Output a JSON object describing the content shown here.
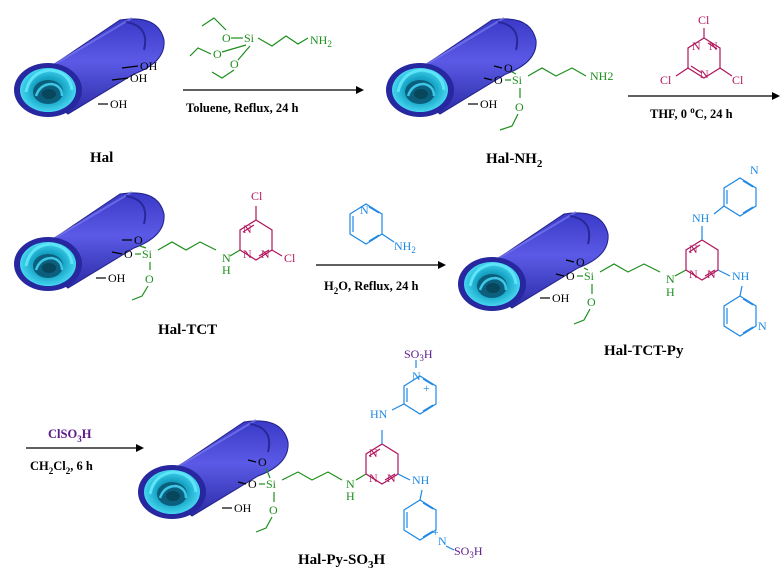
{
  "compounds": {
    "hal": "Hal",
    "hal_nh2": "Hal-NH",
    "hal_nh2_sub": "2",
    "hal_tct": "Hal-TCT",
    "hal_tct_py": "Hal-TCT-Py",
    "hal_py_so3h": "Hal-Py-SO",
    "hal_py_so3h_sub": "3",
    "hal_py_so3h_end": "H"
  },
  "conditions": {
    "step1": "Toluene, Reflux, 24 h",
    "step2_pre": "THF, 0 ",
    "step2_sup": "o",
    "step2_post": "C, 24 h",
    "step3_pre": "H",
    "step3_sub": "2",
    "step3_post": "O, Reflux, 24 h",
    "step4_reagent_pre": "ClSO",
    "step4_reagent_sub": "3",
    "step4_reagent_post": "H",
    "step4_pre": "CH",
    "step4_sub1": "2",
    "step4_mid": "Cl",
    "step4_sub2": "2",
    "step4_post": ", 6 h"
  },
  "atoms": {
    "oh": "OH",
    "o": "O",
    "si": "Si",
    "nh2_subscripted": "NH",
    "two": "2",
    "nh2_plain": "NH2",
    "cl": "Cl",
    "n": "N",
    "h": "H",
    "hn": "HN",
    "nh": "NH",
    "so3h_pre": "SO",
    "so3h_sub": "3",
    "so3h_post": "H",
    "plus": "+"
  },
  "colors": {
    "tube_body": "#4a4ad0",
    "tube_edge": "#2a2a9a",
    "tube_opening": "#22b8d8",
    "silane": "#1b8f1b",
    "triazine": "#b0155c",
    "pyridine": "#1e88e5",
    "sulfonic": "#5b1a8a"
  }
}
